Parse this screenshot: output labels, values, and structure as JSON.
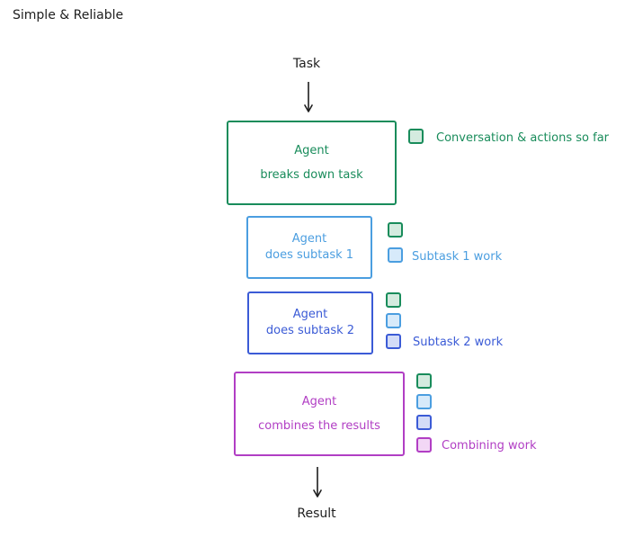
{
  "title": "Simple & Reliable",
  "input_label": "Task",
  "output_label": "Result",
  "colors": {
    "green": "#198c5b",
    "blue": "#4b9ee0",
    "indigo": "#3b5bd6",
    "purple": "#b13ec4"
  },
  "steps": [
    {
      "agent": "Agent",
      "action": "breaks down task",
      "legend": "Conversation & actions so far"
    },
    {
      "agent": "Agent",
      "action": "does subtask 1",
      "legend": "Subtask 1 work"
    },
    {
      "agent": "Agent",
      "action": "does subtask 2",
      "legend": "Subtask 2 work"
    },
    {
      "agent": "Agent",
      "action": "combines the results",
      "legend": "Combining work"
    }
  ]
}
